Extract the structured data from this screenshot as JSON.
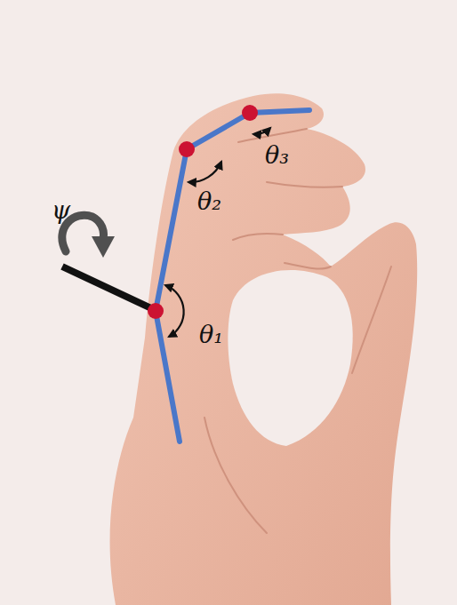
{
  "diagram": {
    "labels": [
      "ψ",
      "θ₁",
      "θ₂",
      "θ₃"
    ]
  }
}
